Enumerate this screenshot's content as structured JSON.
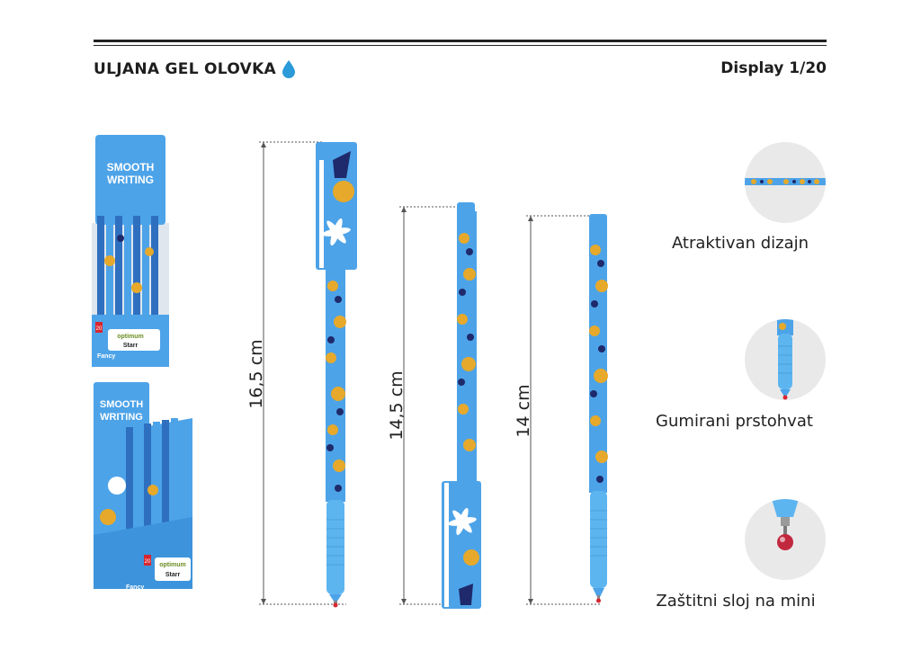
{
  "header": {
    "title": "ULJANA GEL OLOVKA",
    "display": "Display 1/20"
  },
  "display_boxes": [
    {
      "headline_top": "SMOOTH",
      "headline_bottom": "WRITING",
      "count_badge": "20",
      "brand": "Fancy",
      "logo_top": "optimum",
      "logo_bottom": "Starr"
    },
    {
      "headline_top": "SMOOTH",
      "headline_bottom": "WRITING",
      "count_badge": "20",
      "brand": "Fancy",
      "logo_top": "optimum",
      "logo_bottom": "Starr"
    }
  ],
  "dimensions": [
    {
      "label": "16,5 cm"
    },
    {
      "label": "14,5 cm"
    },
    {
      "label": "14 cm"
    }
  ],
  "features": [
    {
      "label": "Atraktivan dizajn",
      "icon": "pen-design-icon"
    },
    {
      "label": "Gumirani prstohvat",
      "icon": "rubber-grip-icon"
    },
    {
      "label": "Zaštitni sloj na mini",
      "icon": "tip-cap-icon"
    }
  ],
  "colors": {
    "pen_blue": "#4da3e8",
    "grip_blue": "#5db5f0",
    "pattern_orange": "#e6a92b",
    "pattern_navy": "#1e2a6b",
    "drop_blue": "#2a9ad8",
    "feature_circle": "#e9e9ea"
  }
}
